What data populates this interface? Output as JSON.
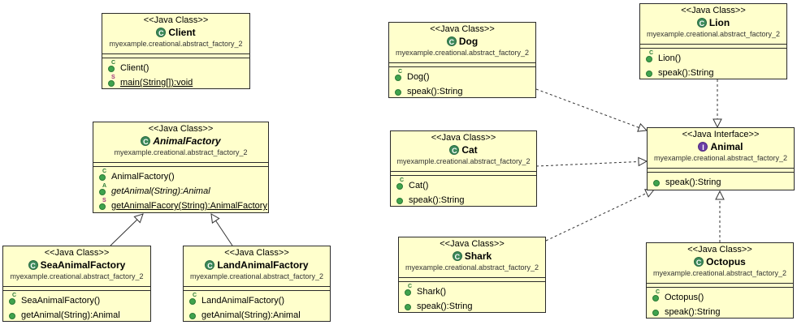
{
  "stereotypes": {
    "java_class": "<<Java Class>>",
    "java_interface": "<<Java Interface>>"
  },
  "icons": {
    "class": "class-icon",
    "interface": "interface-icon",
    "method": "public-method-icon"
  },
  "colors": {
    "box_fill": "#ffffcc",
    "class_icon": "#3d8a5a",
    "interface_icon": "#6b3fa6",
    "method_dot": "#3fa34d"
  },
  "classes": {
    "client": {
      "name": "Client",
      "package": "myexample.creational.abstract_factory_2",
      "ops": [
        "Client()",
        "main(String[]):void"
      ]
    },
    "animal_factory": {
      "name": "AnimalFactory",
      "package": "myexample.creational.abstract_factory_2",
      "ops": [
        "AnimalFactory()",
        "getAnimal(String):Animal",
        "getAnimalFacory(String):AnimalFactory"
      ]
    },
    "sea_animal_factory": {
      "name": "SeaAnimalFactory",
      "package": "myexample.creational.abstract_factory_2",
      "ops": [
        "SeaAnimalFactory()",
        "getAnimal(String):Animal"
      ]
    },
    "land_animal_factory": {
      "name": "LandAnimalFactory",
      "package": "myexample.creational.abstract_factory_2",
      "ops": [
        "LandAnimalFactory()",
        "getAnimal(String):Animal"
      ]
    },
    "dog": {
      "name": "Dog",
      "package": "myexample.creational.abstract_factory_2",
      "ops": [
        "Dog()",
        "speak():String"
      ]
    },
    "cat": {
      "name": "Cat",
      "package": "myexample.creational.abstract_factory_2",
      "ops": [
        "Cat()",
        "speak():String"
      ]
    },
    "shark": {
      "name": "Shark",
      "package": "myexample.creational.abstract_factory_2",
      "ops": [
        "Shark()",
        "speak():String"
      ]
    },
    "lion": {
      "name": "Lion",
      "package": "myexample.creational.abstract_factory_2",
      "ops": [
        "Lion()",
        "speak():String"
      ]
    },
    "octopus": {
      "name": "Octopus",
      "package": "myexample.creational.abstract_factory_2",
      "ops": [
        "Octopus()",
        "speak():String"
      ]
    },
    "animal": {
      "name": "Animal",
      "package": "myexample.creational.abstract_factory_2",
      "ops": [
        "speak():String"
      ]
    }
  }
}
